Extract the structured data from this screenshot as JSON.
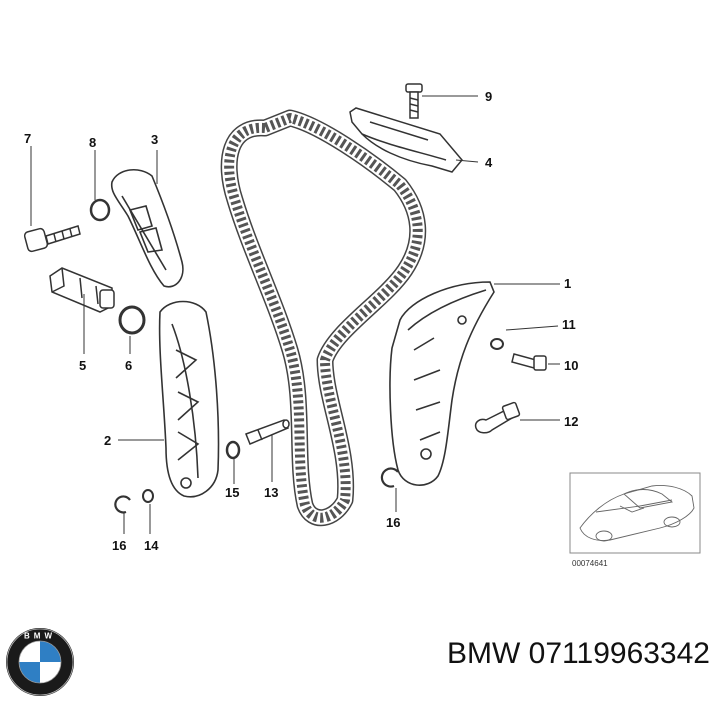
{
  "callouts": {
    "n1": "1",
    "n2": "2",
    "n3": "3",
    "n4": "4",
    "n5": "5",
    "n6": "6",
    "n7": "7",
    "n8": "8",
    "n9": "9",
    "n10": "10",
    "n11": "11",
    "n12": "12",
    "n13": "13",
    "n14": "14",
    "n15": "15",
    "n16a": "16",
    "n16b": "16"
  },
  "diagram_code": "00074641",
  "brand": {
    "part_number": "BMW 07119963342",
    "logo_letters": "BMW",
    "logo_icon": "bmw-roundel-icon"
  },
  "colors": {
    "line": "#333333",
    "brand_blue": "#2f7fc4"
  }
}
